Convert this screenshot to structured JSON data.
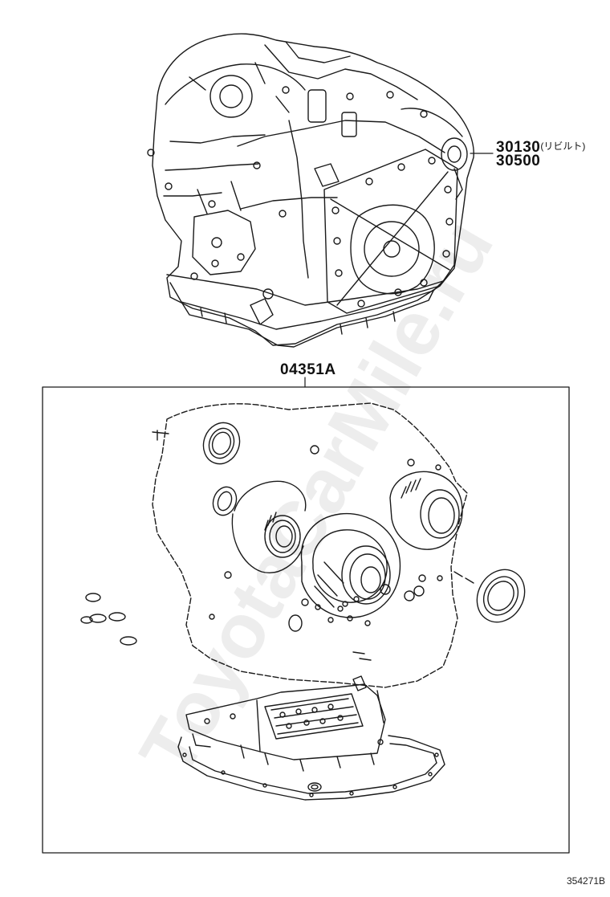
{
  "labels": {
    "part_30130": "30130",
    "part_30130_suffix": "(リビルト)",
    "part_30500": "30500",
    "part_04351A": "04351A"
  },
  "figure_id": "354271B",
  "watermark": "ToyotaCarMile.ru"
}
